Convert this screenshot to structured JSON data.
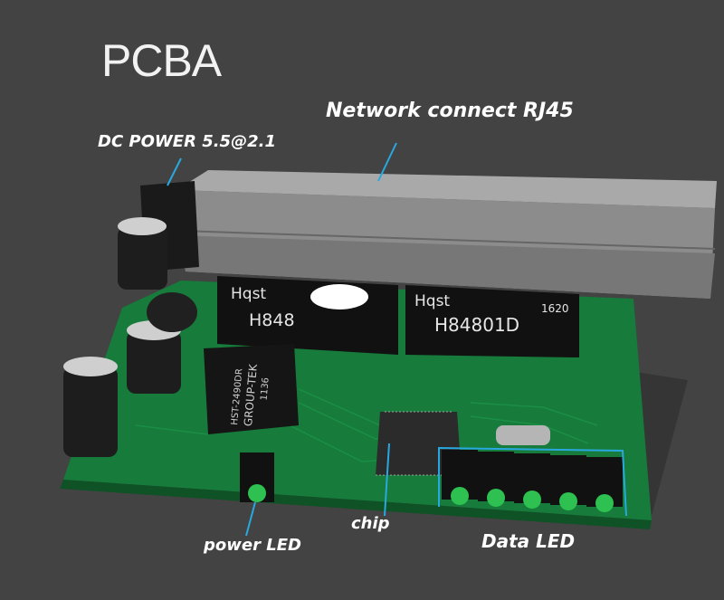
{
  "title": "PCBA",
  "labels": {
    "dc_power": "DC POWER 5.5@2.1",
    "network": "Network connect RJ45",
    "power_led": "power LED",
    "chip": "chip",
    "data_led": "Data LED"
  },
  "components": {
    "transformer_left": {
      "brand": "Hqst",
      "model": "H848"
    },
    "transformer_right": {
      "brand": "Hqst",
      "model": "H84801D",
      "code": "1620"
    },
    "transformer_small": {
      "line1": "HST-2490DR",
      "line2": "GROUP-TEK",
      "line3": "1136"
    }
  },
  "colors": {
    "background": "#434343",
    "board": "#157a3a",
    "callout": "#29a8e0"
  }
}
